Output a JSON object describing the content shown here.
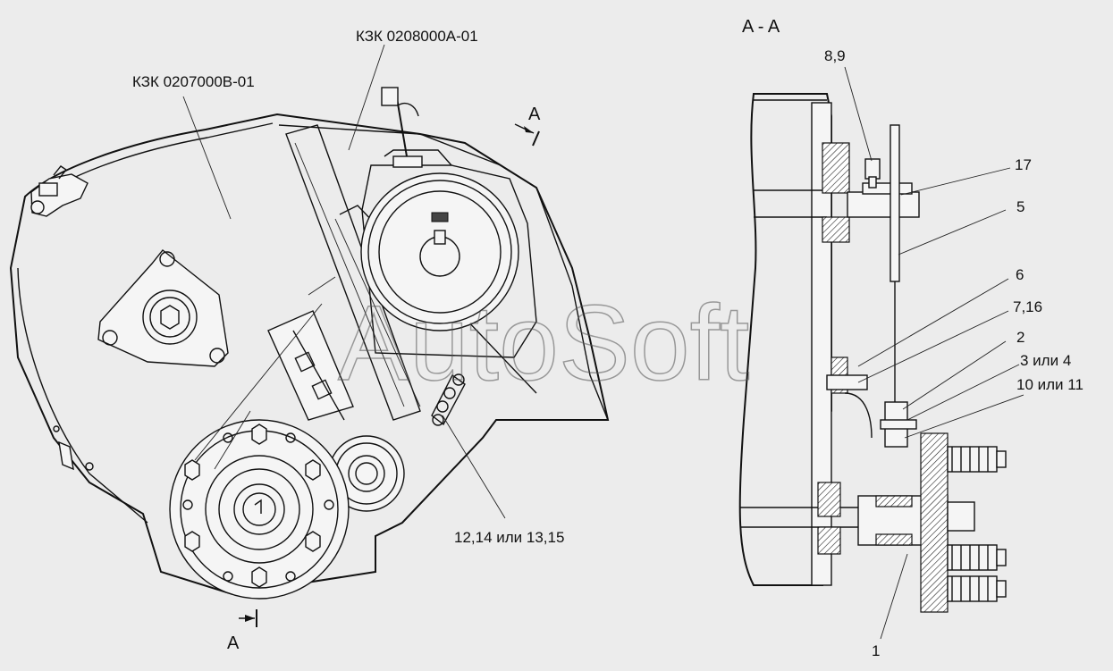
{
  "drawing": {
    "left_view": {
      "assembly_label_1": "КЗК 0207000В-01",
      "assembly_label_2": "КЗК 0208000А-01",
      "section_marker_top": "A",
      "section_marker_bottom": "A",
      "callout_chain": "12,14 или 13,15"
    },
    "right_view": {
      "section_title": "A - A",
      "callouts": [
        "8,9",
        "17",
        "5",
        "6",
        "7,16",
        "2",
        "3 или 4",
        "10 или 11",
        "1"
      ]
    },
    "watermark": "AutoSoft"
  }
}
